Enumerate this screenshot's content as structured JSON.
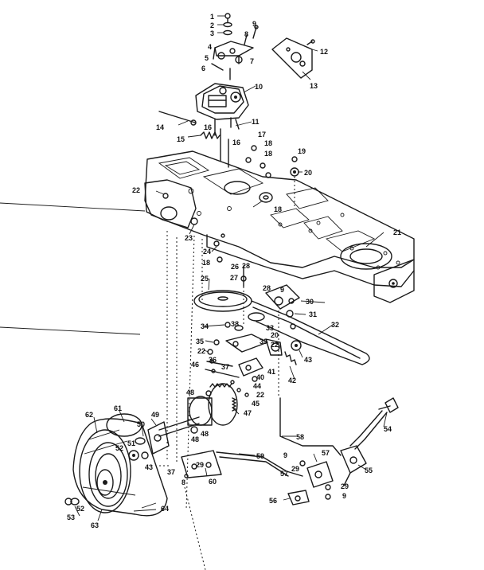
{
  "callouts": {
    "c1": "1",
    "c2": "2",
    "c3": "3",
    "c4": "4",
    "c5": "5",
    "c6": "6",
    "c7": "7",
    "c8": "8",
    "c9": "9",
    "c10": "10",
    "c11": "11",
    "c12": "12",
    "c13": "13",
    "c14": "14",
    "c15": "15",
    "c16": "16",
    "c17": "17",
    "c18": "18",
    "c19": "19",
    "c20": "20",
    "c21": "21",
    "c22": "22",
    "c23": "23",
    "c24": "24",
    "c25": "25",
    "c26": "26",
    "c27": "27",
    "c28": "28",
    "c29": "29",
    "c30": "30",
    "c31": "31",
    "c32": "32",
    "c33": "33",
    "c34": "34",
    "c35": "35",
    "c36": "36",
    "c37": "37",
    "c38": "38",
    "c39": "39",
    "c40": "40",
    "c41": "41",
    "c42": "42",
    "c43": "43",
    "c44": "44",
    "c45": "45",
    "c46": "46",
    "c47": "47",
    "c48": "48",
    "c49": "49",
    "c50": "50",
    "c51": "51",
    "c52": "52",
    "c53": "53",
    "c54": "54",
    "c55": "55",
    "c56": "56",
    "c57": "57",
    "c58": "58",
    "c59": "59",
    "c60": "60",
    "c61": "61",
    "c62": "62",
    "c63": "63",
    "c64": "64"
  }
}
